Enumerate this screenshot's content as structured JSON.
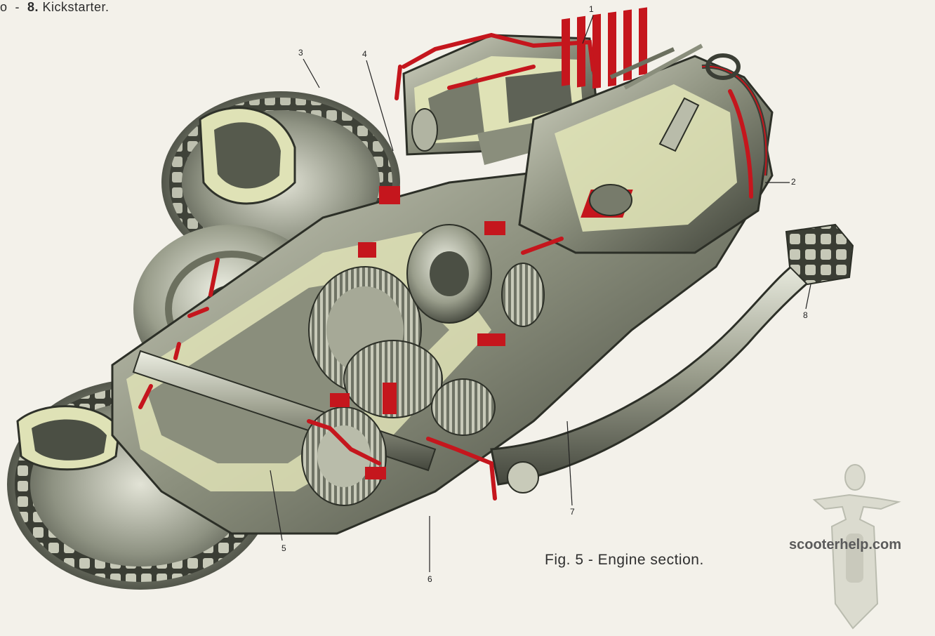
{
  "top_caption": {
    "prefix": "o  -  ",
    "number": "8.",
    "text": " Kickstarter."
  },
  "callouts": [
    "1",
    "2",
    "3",
    "4",
    "5",
    "6",
    "7",
    "8"
  ],
  "figure_caption": "Fig. 5 - Engine section.",
  "watermark": "scooterhelp.com",
  "colors": {
    "background": "#f3f1ea",
    "metal_light": "#c9cbb8",
    "metal_mid": "#8d9180",
    "metal_dark": "#3f4238",
    "section_cut": "#dfe2b6",
    "highlight_red": "#c5161d"
  }
}
